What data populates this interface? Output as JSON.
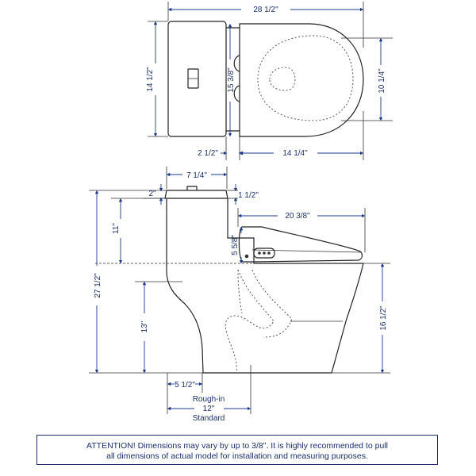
{
  "top_view": {
    "overall_width": "28 1/2\"",
    "tank_depth": "14 1/2\"",
    "seat_width": "15 3/8\"",
    "bowl_inner_width": "10 1/4\"",
    "tank_gap": "2 1/2\"",
    "bowl_length": "14 1/4\""
  },
  "side_view": {
    "tank_front": "7 1/4\"",
    "lid_height": "2\"",
    "button_height": "1 1/2\"",
    "tank_height": "11\"",
    "seat_length": "20  3/8\"",
    "seat_height": "5 5/8\"",
    "total_height": "27 1/2\"",
    "outlet_height": "13\"",
    "bowl_height": "16 1/2\"",
    "rear_offset": "5 1/2\"",
    "rough_in_label": "Rough-in",
    "rough_in_value": "12\"",
    "rough_in_standard": "Standard"
  },
  "notice": {
    "line1": "ATTENTION! Dimensions may vary by up to 3/8\". It is highly recommended to pull",
    "line2": "all dimensions of actual model for installation and measuring purposes."
  },
  "colors": {
    "dimension_text": "#1b2f6b",
    "outline": "#222222"
  }
}
